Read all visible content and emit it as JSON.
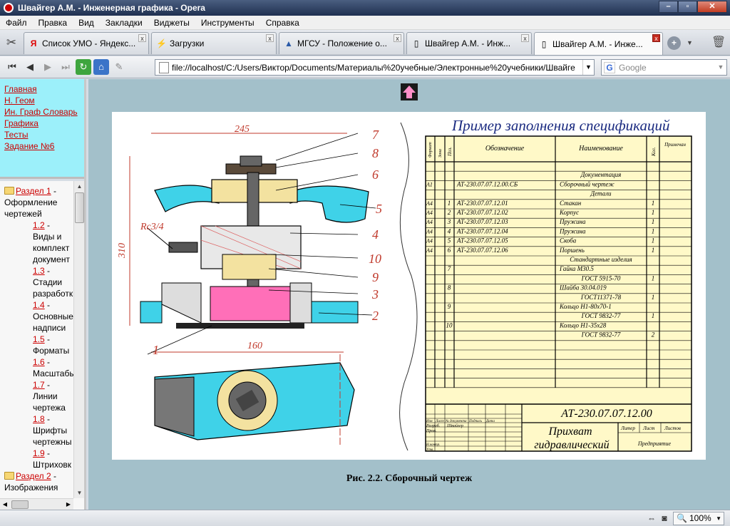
{
  "window": {
    "title": "Швайгер А.М. - Инженерная графика - Opera"
  },
  "menu": [
    "Файл",
    "Правка",
    "Вид",
    "Закладки",
    "Виджеты",
    "Инструменты",
    "Справка"
  ],
  "tabs": [
    {
      "label": "Список УМО - Яндекс..."
    },
    {
      "label": "Загрузки"
    },
    {
      "label": "МГСУ - Положение о..."
    },
    {
      "label": "Швайгер А.М. - Инж..."
    },
    {
      "label": "Швайгер А.М. - Инже..."
    }
  ],
  "address": {
    "url": "file://localhost/C:/Users/Виктор/Documents/Материалы%20учебные/Электронные%20учебники/Швайге"
  },
  "search": {
    "placeholder": "Google"
  },
  "nav_top": [
    "Главная",
    "Н. Геом",
    "Ин. Граф Словарь",
    "Графика",
    "Тесты",
    "Задание №6"
  ],
  "tree": {
    "section1": {
      "link": "Раздел 1",
      "text": "Оформление чертежей"
    },
    "items": [
      {
        "num": "1.2",
        "label": "Виды и комплект документ"
      },
      {
        "num": "1.3",
        "label": "Стадии разработк"
      },
      {
        "num": "1.4",
        "label": "Основные надписи"
      },
      {
        "num": "1.5",
        "label": "Форматы"
      },
      {
        "num": "1.6",
        "label": "Масштабы"
      },
      {
        "num": "1.7",
        "label": "Линии чертежа"
      },
      {
        "num": "1.8",
        "label": "Шрифты чертежны"
      },
      {
        "num": "1.9",
        "label": "Штриховк"
      }
    ],
    "section2": {
      "link": "Раздел 2",
      "text": "Изображения"
    }
  },
  "drawing": {
    "spec_title": "Пример заполнения спецификаций",
    "dims": {
      "top": "245",
      "height": "310",
      "bottom": "160",
      "thread": "Rc3/4"
    },
    "callouts": [
      "7",
      "8",
      "6",
      "5",
      "4",
      "10",
      "9",
      "3",
      "2",
      "1"
    ],
    "spec_headers": [
      "Формат",
      "Зона",
      "Поз.",
      "Обозначение",
      "Наименование",
      "Кол.",
      "Примечан"
    ],
    "spec_rows": [
      {
        "fmt": "",
        "pos": "",
        "des": "",
        "name": "Документация",
        "qty": ""
      },
      {
        "fmt": "А1",
        "pos": "",
        "des": "АТ-230.07.07.12.00.СБ",
        "name": "Сборочный чертеж",
        "qty": ""
      },
      {
        "fmt": "",
        "pos": "",
        "des": "",
        "name": "Детали",
        "qty": ""
      },
      {
        "fmt": "А4",
        "pos": "1",
        "des": "АТ-230.07.07.12.01",
        "name": "Стакан",
        "qty": "1"
      },
      {
        "fmt": "А4",
        "pos": "2",
        "des": "АТ-230.07.07.12.02",
        "name": "Корпус",
        "qty": "1"
      },
      {
        "fmt": "А4",
        "pos": "3",
        "des": "АТ-230.07.07.12.03",
        "name": "Пружина",
        "qty": "1"
      },
      {
        "fmt": "А4",
        "pos": "4",
        "des": "АТ-230.07.07.12.04",
        "name": "Пружина",
        "qty": "1"
      },
      {
        "fmt": "А4",
        "pos": "5",
        "des": "АТ-230.07.07.12.05",
        "name": "Скоба",
        "qty": "1"
      },
      {
        "fmt": "А4",
        "pos": "6",
        "des": "АТ-230.07.07.12.06",
        "name": "Поршень",
        "qty": "1"
      },
      {
        "fmt": "",
        "pos": "",
        "des": "",
        "name": "Стандартные изделия",
        "qty": ""
      },
      {
        "fmt": "",
        "pos": "7",
        "des": "",
        "name": "Гайка М30.5",
        "qty": ""
      },
      {
        "fmt": "",
        "pos": "",
        "des": "",
        "name": "ГОСТ 5915-70",
        "qty": "1"
      },
      {
        "fmt": "",
        "pos": "8",
        "des": "",
        "name": "Шайба 30.04.019",
        "qty": ""
      },
      {
        "fmt": "",
        "pos": "",
        "des": "",
        "name": "ГОСТ11371-78",
        "qty": "1"
      },
      {
        "fmt": "",
        "pos": "9",
        "des": "",
        "name": "Кольцо Н1-80х70-1",
        "qty": ""
      },
      {
        "fmt": "",
        "pos": "",
        "des": "",
        "name": "ГОСТ 9832-77",
        "qty": "1"
      },
      {
        "fmt": "",
        "pos": "10",
        "des": "",
        "name": "Кольцо Н1-35х28",
        "qty": ""
      },
      {
        "fmt": "",
        "pos": "",
        "des": "",
        "name": "ГОСТ 9832-77",
        "qty": "2"
      }
    ],
    "stamp": {
      "code": "АТ-230.07.07.12.00",
      "title1": "Прихват",
      "title2": "гидравлический",
      "org": "Предприятие",
      "cols": [
        "Изм",
        "Лист",
        "№ документа",
        "Подпись",
        "Дата"
      ],
      "rows": [
        "Разраб.",
        "Пров.",
        "Н.контр.",
        "Утв."
      ],
      "author": "Швайгер",
      "sheet_headers": [
        "Литер",
        "Лист",
        "Листов"
      ]
    }
  },
  "caption": "Рис. 2.2. Сборочный чертеж",
  "status": {
    "zoom": "100%"
  }
}
